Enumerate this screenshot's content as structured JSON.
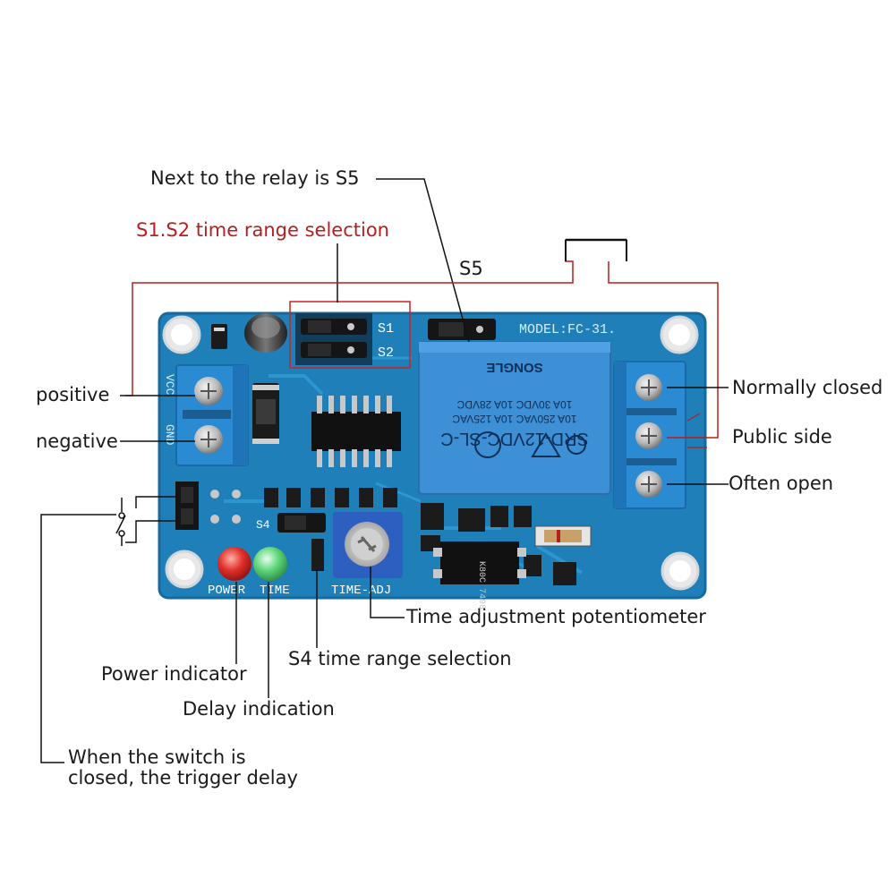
{
  "annotations": {
    "relay_s5_note": "Next to the relay is S5",
    "s1_s2_selection": "S1.S2 time range selection",
    "s5_label": "S5",
    "positive": "positive",
    "negative": "negative",
    "normally_closed": "Normally closed",
    "public_side": "Public side",
    "often_open": "Often open",
    "time_adj_pot": "Time adjustment potentiometer",
    "s4_selection": "S4 time range selection",
    "power_indicator": "Power indicator",
    "delay_indication": "Delay indication",
    "switch_note_line1": "When the switch is",
    "switch_note_line2": "closed, the trigger delay"
  },
  "board": {
    "model": "MODEL:FC-31.",
    "jumper_s1": "S1",
    "jumper_s2": "S2",
    "silk_vcc": "VCC",
    "silk_gnd": "GND",
    "silk_s4": "S4",
    "silk_power": "POWER",
    "silk_time": "TIME",
    "silk_time_adj": "TIME-ADJ",
    "relay_line1": "SRD-12VDC-SL-C",
    "relay_line2": "10A 250VAC  10A 125VAC",
    "relay_line3": "10A 30VDC   10A 28VDC",
    "relay_brand": "SONGLE",
    "chip_label": "K80C 7498"
  },
  "colors": {
    "pcb": "#1f7fb8",
    "pcb_edge": "#176a9c",
    "terminal_block": "#2a8ad2",
    "relay_body": "#3d8fd6",
    "red_led": "#e0302a",
    "green_led": "#4cd06a",
    "annotation_red": "#b81e1e"
  }
}
